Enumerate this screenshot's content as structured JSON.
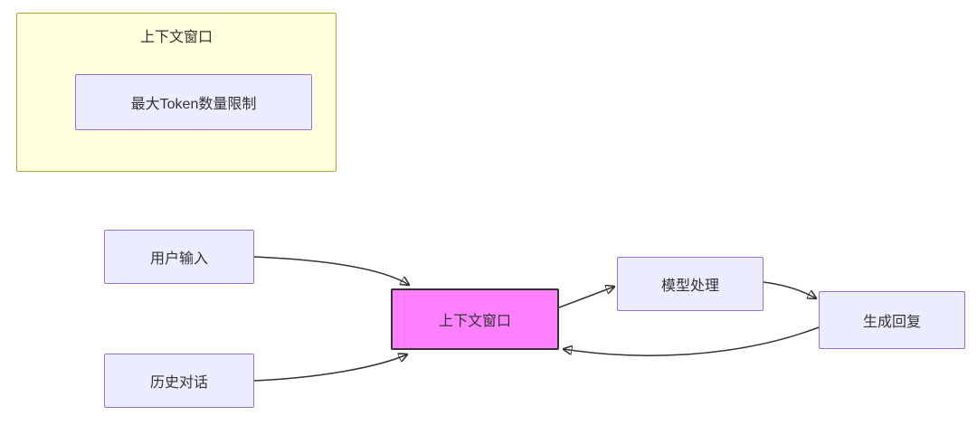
{
  "diagram": {
    "subgraph": {
      "title": "上下文窗口",
      "node": "最大Token数量限制"
    },
    "nodes": {
      "user_input": "用户输入",
      "history": "历史对话",
      "context_window": "上下文窗口",
      "model_processing": "模型处理",
      "generate_reply": "生成回复"
    },
    "edges": [
      {
        "from": "user_input",
        "to": "context_window"
      },
      {
        "from": "history",
        "to": "context_window"
      },
      {
        "from": "context_window",
        "to": "model_processing"
      },
      {
        "from": "model_processing",
        "to": "generate_reply"
      },
      {
        "from": "generate_reply",
        "to": "context_window"
      }
    ],
    "colors": {
      "node_fill": "#ECECFF",
      "node_border": "#9370DB",
      "subgraph_fill": "#ffffde",
      "subgraph_border": "#aaaa33",
      "highlight_fill": "#ff80ff",
      "highlight_border": "#333333",
      "arrow": "#333333",
      "text": "#333333"
    }
  }
}
